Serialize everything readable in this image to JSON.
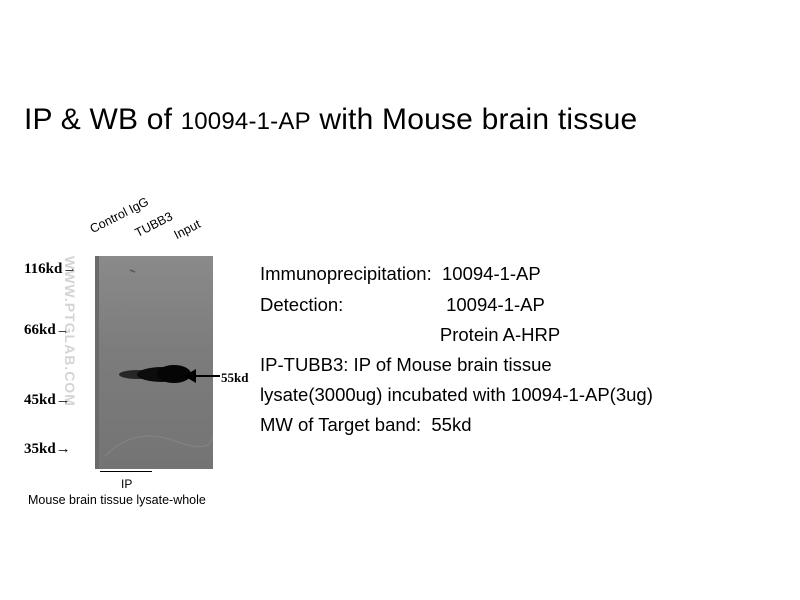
{
  "title": {
    "prefix": "IP & WB of ",
    "antibody": "10094-1-AP",
    "suffix": " with Mouse brain tissue"
  },
  "lanes": [
    "Control IgG",
    "TUBB3",
    "Input"
  ],
  "markers": [
    "116kd→",
    "66kd→",
    "45kd→",
    "35kd→"
  ],
  "watermark": "WWW.PTGLAB.COM",
  "band_label": "55kd",
  "ip_label": "IP",
  "caption": "Mouse brain tissue lysate-whole",
  "info_lines": [
    "Immunoprecipitation:  10094-1-AP",
    "Detection:                    10094-1-AP",
    "                                   Protein A-HRP",
    "IP-TUBB3: IP of Mouse brain tissue",
    "lysate(3000ug) incubated with 10094-1-AP(3ug)",
    "MW of Target band:  55kd"
  ]
}
